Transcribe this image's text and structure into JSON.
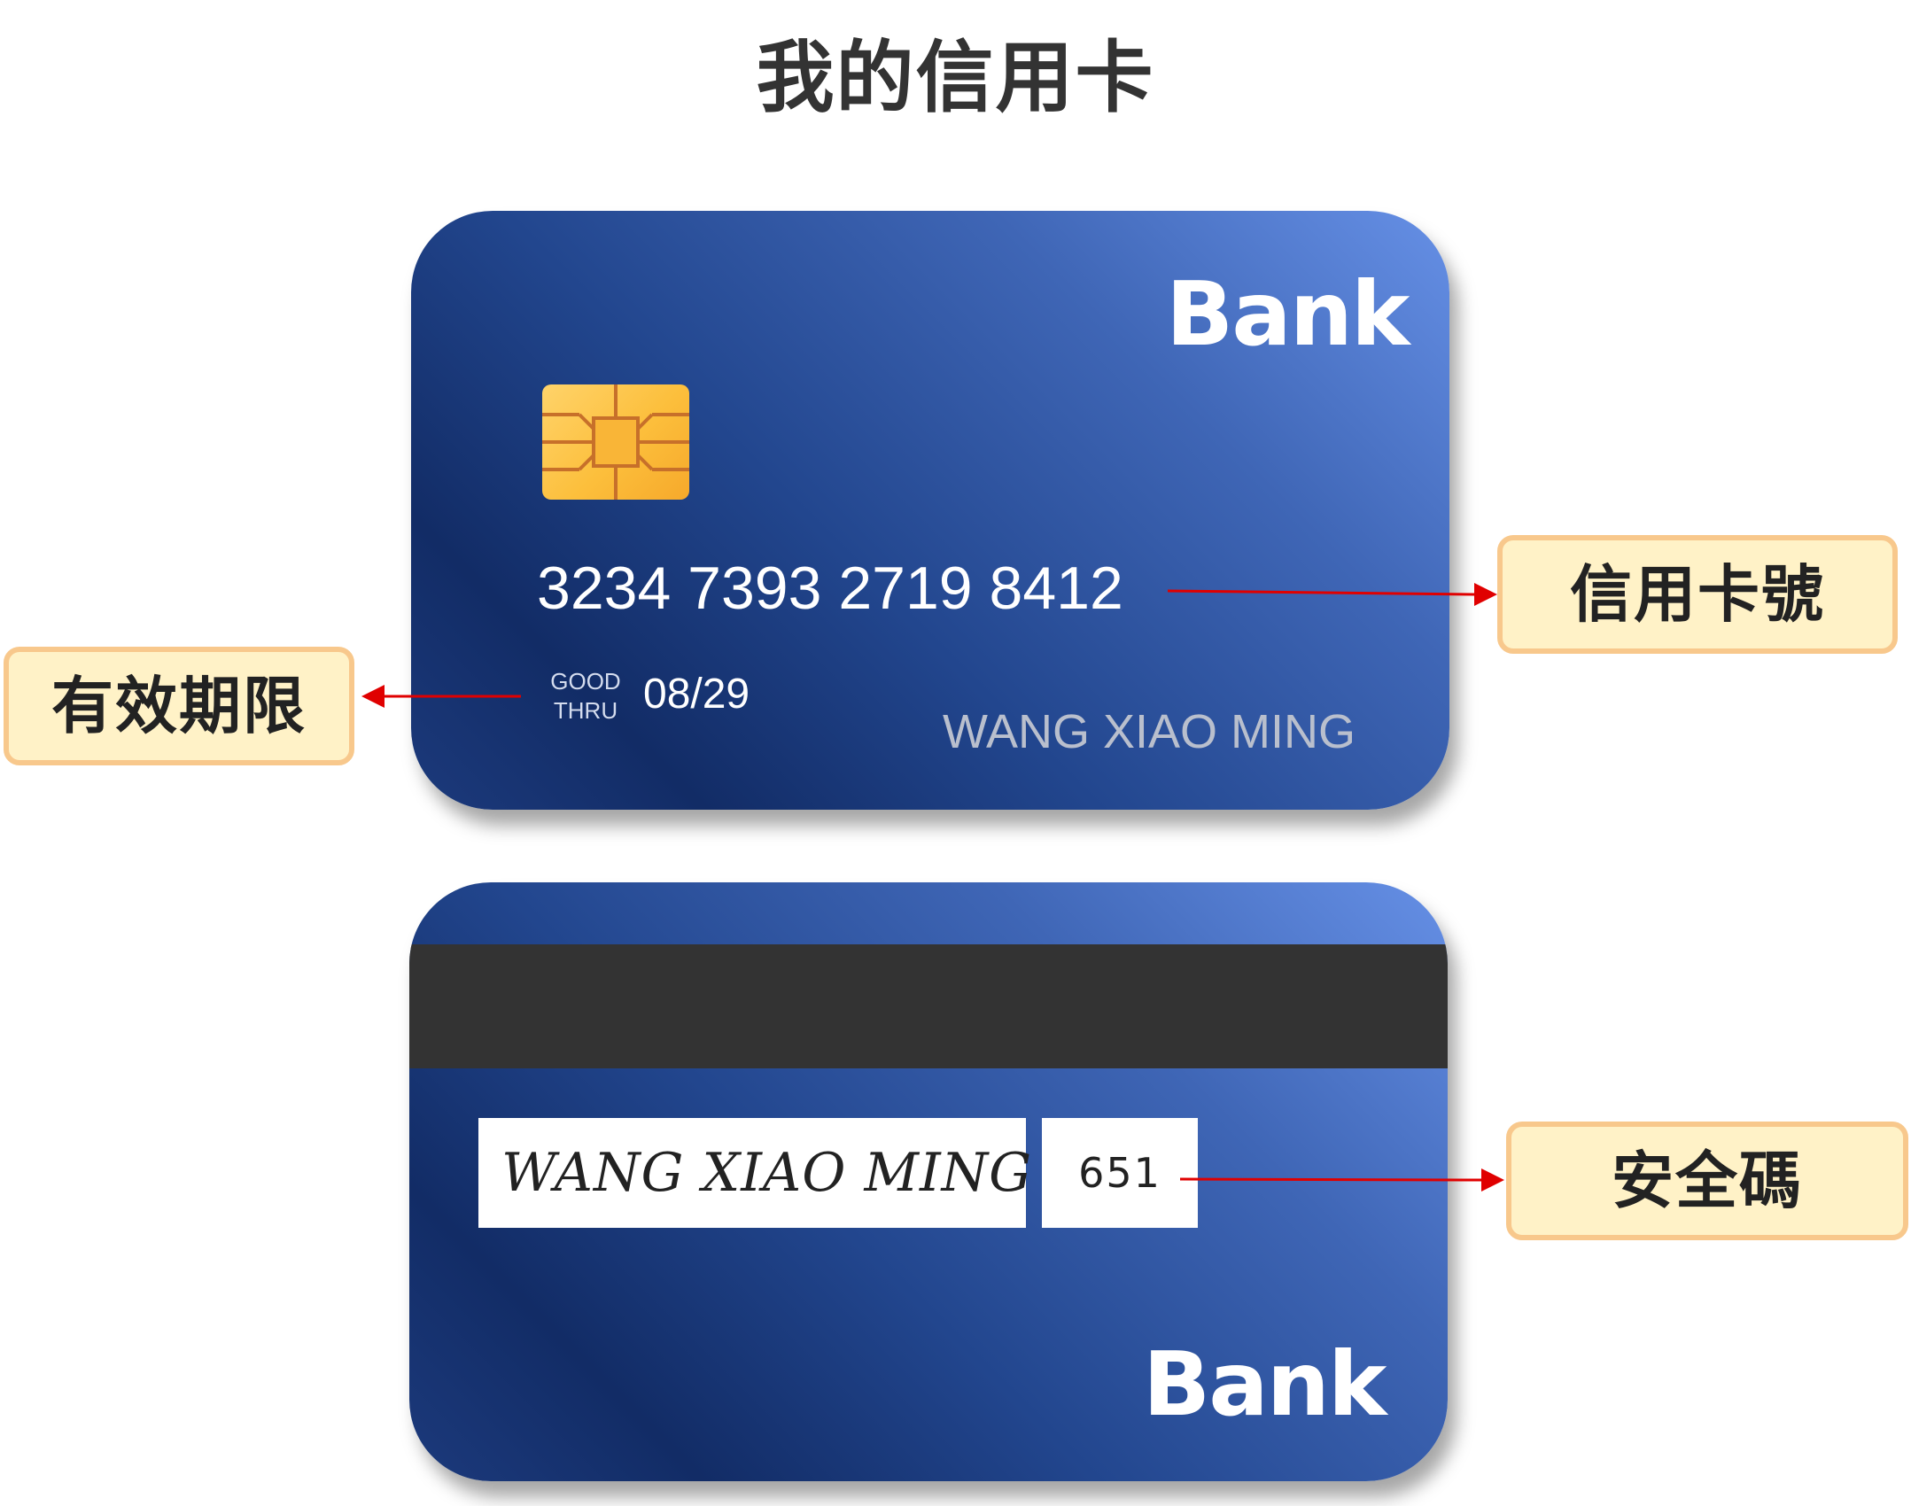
{
  "title": "我的信用卡",
  "front_card": {
    "bank_logo": "Bank",
    "card_number": "3234 7393 2719 8412",
    "good_thru_label": "GOOD\nTHRU",
    "expiry": "08/29",
    "holder_name": "WANG XIAO MING"
  },
  "back_card": {
    "signature": "WANG XIAO MING",
    "cvv": "651",
    "bank_logo": "Bank"
  },
  "callouts": {
    "card_number": "信用卡號",
    "expiry": "有效期限",
    "cvv": "安全碼"
  },
  "colors": {
    "card_gradient_light": "#6690e6",
    "card_gradient_dark": "#122c66",
    "magnetic_stripe": "#333333",
    "callout_fill": "#fff2c7",
    "callout_border": "#f8c88c",
    "arrow": "#e00000",
    "chip": "#fcbf3c"
  }
}
